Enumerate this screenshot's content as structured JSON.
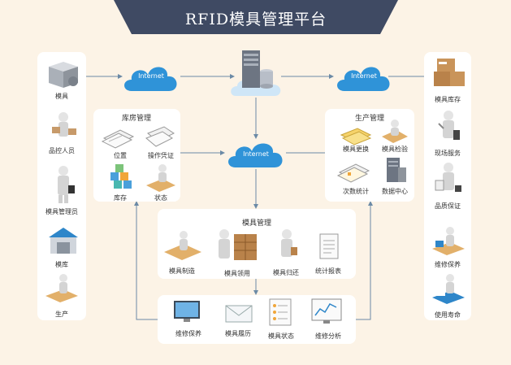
{
  "title": "RFID模具管理平台",
  "cloud_label": "Internet",
  "left_items": [
    "模具",
    "品控人员",
    "模具管理员",
    "模库",
    "生产"
  ],
  "right_items": [
    "模具库存",
    "现场服务",
    "品质保证",
    "维修保养",
    "使用寿命"
  ],
  "warehouse": {
    "title": "库房管理",
    "items": [
      "位置",
      "操作凭证",
      "库存",
      "状态"
    ]
  },
  "production": {
    "title": "生产管理",
    "items": [
      "模具更换",
      "模具检验",
      "次数统计",
      "数据中心"
    ]
  },
  "mold": {
    "title": "模具管理",
    "items": [
      "模具制造",
      "模具领用",
      "模具归还",
      "统计报表"
    ]
  },
  "bottom_items": [
    "维修保养",
    "模具履历",
    "模具状态",
    "维修分析"
  ],
  "colors": {
    "title_bg": "#3f4a63",
    "canvas_bg": "#fcf3e6",
    "line": "#6b8aa6",
    "cloud": "#2f93d8"
  }
}
